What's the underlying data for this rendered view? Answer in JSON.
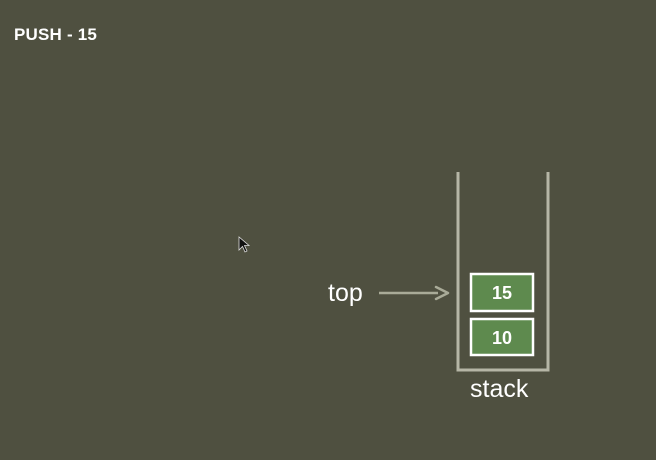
{
  "header": {
    "title": "PUSH - 15"
  },
  "stack": {
    "label": "stack",
    "top_label": "top",
    "items_top_to_bottom": [
      "15",
      "10"
    ]
  },
  "colors": {
    "background": "#4f5040",
    "container": "#b6b6a6",
    "cell_fill": "#5e8a4e",
    "cell_border": "#ffffff",
    "arrow": "#a9ab98",
    "text": "#ffffff"
  }
}
